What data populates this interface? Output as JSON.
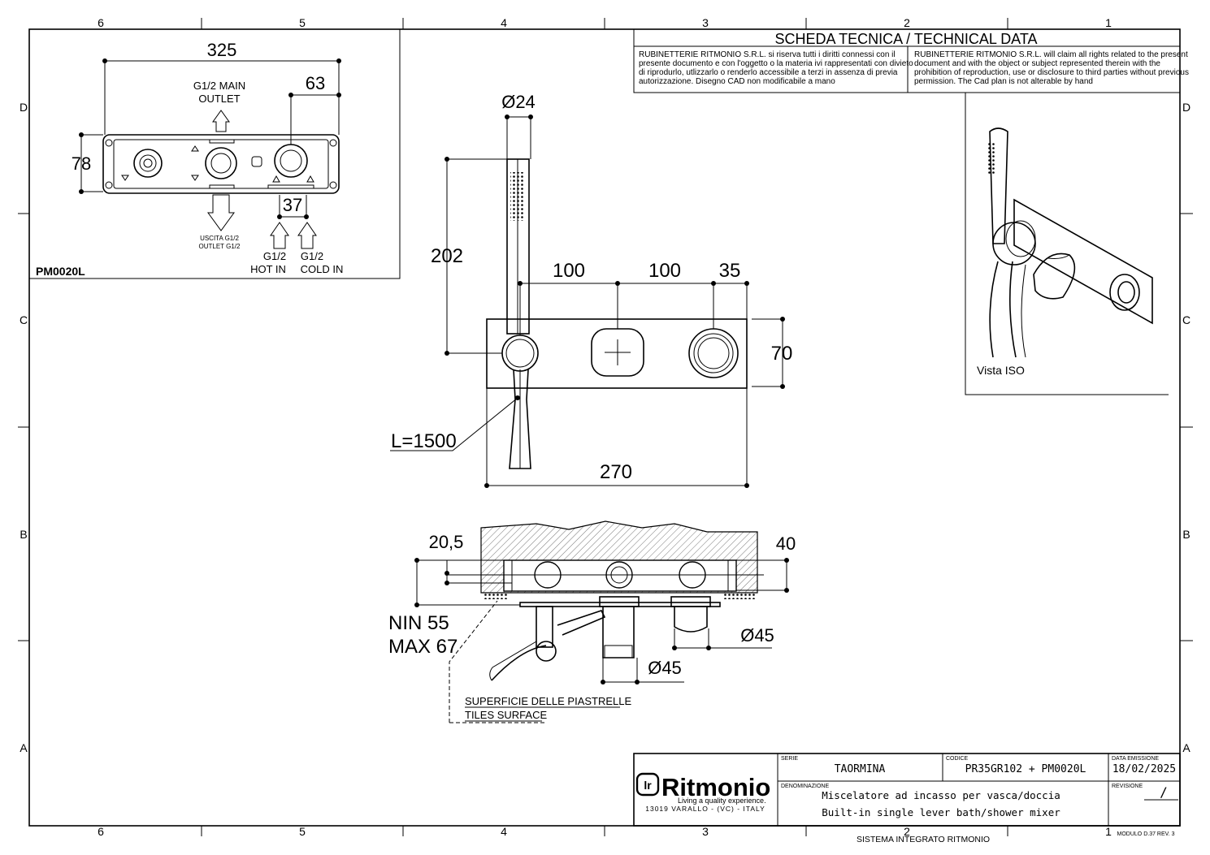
{
  "border": {
    "columns": [
      "6",
      "5",
      "4",
      "3",
      "2",
      "1"
    ],
    "rows": [
      "D",
      "C",
      "B",
      "A"
    ]
  },
  "header": {
    "title": "SCHEDA TECNICA / TECHNICAL DATA",
    "disclaimer_it": [
      "RUBINETTERIE RITMONIO S.R.L. si riserva tutti i diritti connessi con il",
      "presente documento e con l'oggetto o la materia ivi rappresentati con divieto",
      "di riprodurlo, utlizzarlo o renderlo accessibile a terzi in assenza di previa",
      "autorizzazione. Disegno CAD non modificabile a mano"
    ],
    "disclaimer_en": [
      "RUBINETTERIE RITMONIO S.R.L. will claim all rights related to the present",
      "document and with the object or subject represented therein with the",
      "prohibition  of reproduction, use or disclosure to third parties without previous",
      "permission.  The Cad plan is not alterable by hand"
    ]
  },
  "topview": {
    "code": "PM0020L",
    "dim_325": "325",
    "dim_63": "63",
    "dim_78": "78",
    "dim_37": "37",
    "main_outlet": [
      "G1/2  MAIN",
      "OUTLET"
    ],
    "outlet_g12": [
      "USCITA G1/2",
      "OUTLET G1/2"
    ],
    "hot_in": [
      "G1/2",
      "HOT IN"
    ],
    "cold_in": [
      "G1/2",
      "COLD IN"
    ]
  },
  "front": {
    "dim_d24": "Ø24",
    "dim_202": "202",
    "dim_100a": "100",
    "dim_100b": "100",
    "dim_35": "35",
    "dim_70": "70",
    "dim_270": "270",
    "hose": "L=1500"
  },
  "section": {
    "dim_205": "20,5",
    "dim_40": "40",
    "nin": "NIN 55",
    "max": "MAX 67",
    "dim_d45a": "Ø45",
    "dim_d45b": "Ø45",
    "tiles_it": "SUPERFICIE DELLE PIASTRELLE",
    "tiles_en": "TILES SURFACE"
  },
  "iso": {
    "label": "Vista ISO"
  },
  "titleblock": {
    "brand": "Ritmonio",
    "tagline": "Living a quality experience.",
    "address": "13019 VARALLO - (VC) - ITALY",
    "serie_label": "SERIE",
    "serie": "TAORMINA",
    "codice_label": "CODICE",
    "codice": "PR35GR102 + PM0020L",
    "data_label": "DATA EMISSIONE",
    "data": "18/02/2025",
    "denominazione_label": "DENOMINAZIONE",
    "description_it": "Miscelatore ad incasso per vasca/doccia",
    "description_en": "Built-in single lever bath/shower mixer",
    "revisione_label": "REVISIONE",
    "revisione": "/"
  },
  "footer": {
    "system": "SISTEMA INTEGRATO RITMONIO",
    "module": "MODULO D.37 REV. 3"
  }
}
